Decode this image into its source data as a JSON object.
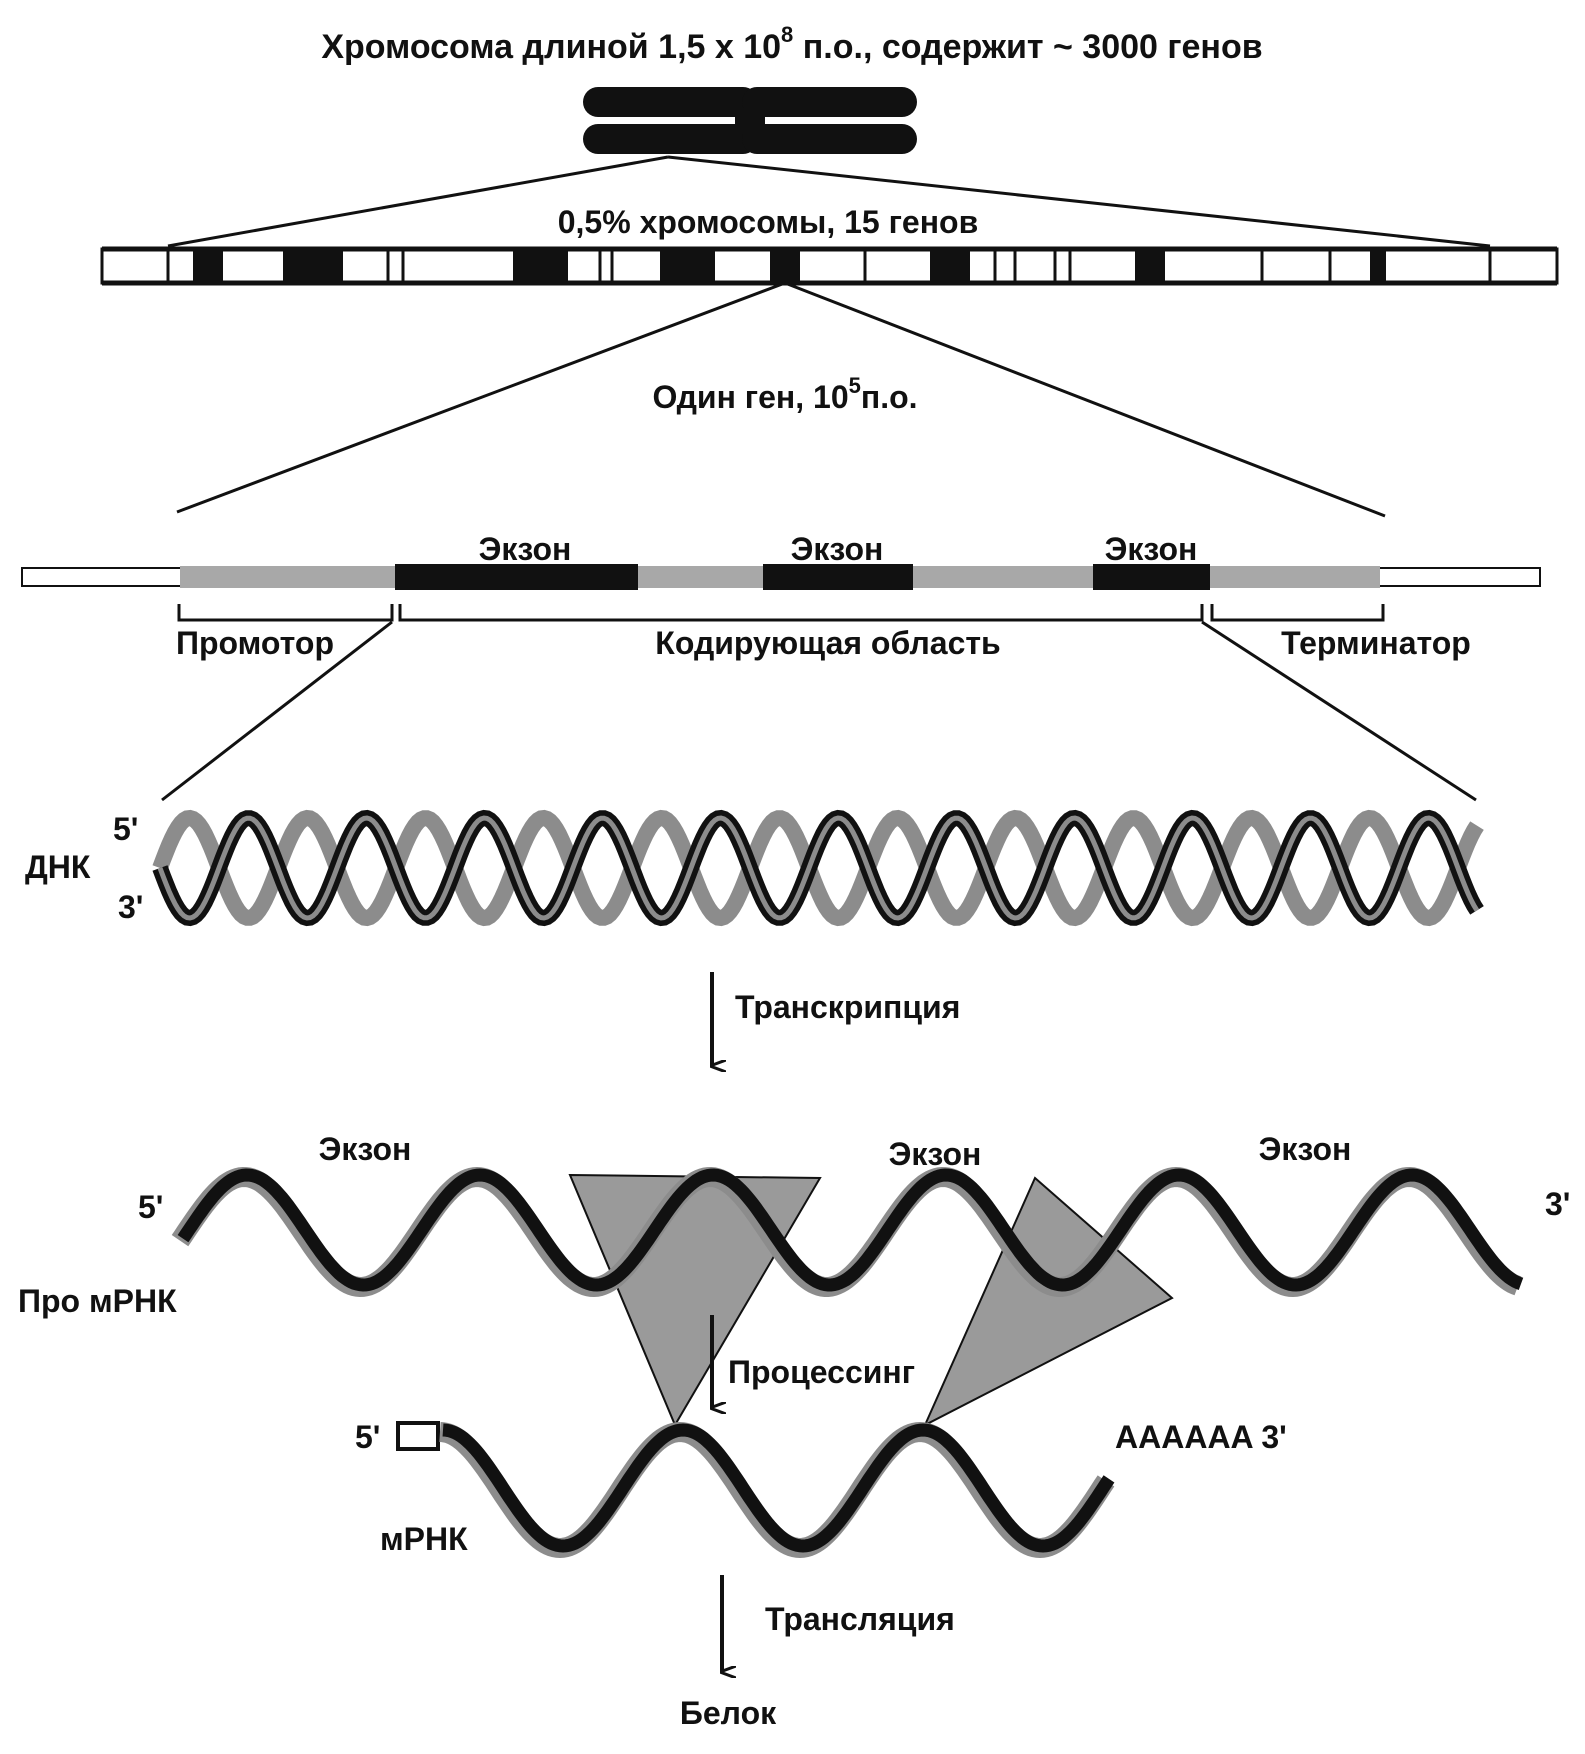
{
  "title": {
    "prefix": "Хромосома длиной 1,5 х 10",
    "sup": "8",
    "suffix": " п.о., содержит ~ 3000  генов"
  },
  "region_label": "0,5% хромосомы, 15 генов",
  "gene_label": {
    "prefix": "Один ген, 10",
    "sup": "5",
    "suffix": "п.о."
  },
  "gene_map": {
    "exon_labels": [
      "Экзон",
      "Экзон",
      "Экзон"
    ],
    "promoter": "Промотор",
    "coding_region": "Кодирующая область",
    "terminator": "Терминатор"
  },
  "dna": {
    "label": "ДНК",
    "end_5": "5'",
    "end_3": "3'"
  },
  "transcription": "Транскрипция",
  "pre_mrna": {
    "label": "Про мРНК",
    "end_5": "5'",
    "end_3": "3'",
    "exon_labels": [
      "Экзон",
      "Экзон",
      "Экзон"
    ]
  },
  "processing": "Процессинг",
  "mrna": {
    "label": "мРНК",
    "end_5": "5'",
    "tail": "AAAAAA 3'"
  },
  "translation": "Трансляция",
  "protein": "Белок",
  "colors": {
    "ink": "#111111",
    "exon": "#111111",
    "intron": "#a8a8a8",
    "intron_fill": "#9a9a9a",
    "ribbon_back": "#8c8c8c",
    "paper": "#ffffff"
  }
}
